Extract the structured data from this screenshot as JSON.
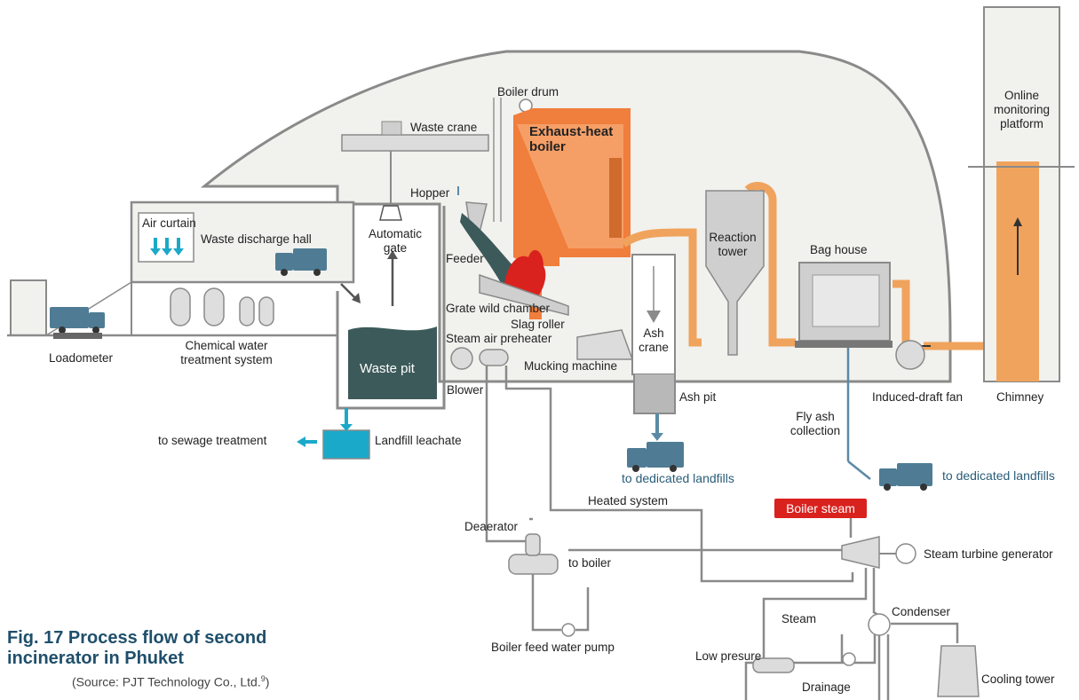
{
  "figure": {
    "title_line1": "Fig. 17   Process flow of second",
    "title_line2": "incinerator in Phuket",
    "source_prefix": "(Source: PJT Technology Co., Ltd.",
    "source_sup": "9",
    "source_suffix": ")"
  },
  "labels": {
    "boiler_drum": "Boiler drum",
    "waste_crane": "Waste crane",
    "exhaust_heat_boiler_1": "Exhaust-heat",
    "exhaust_heat_boiler_2": "boiler",
    "online_monitoring_1": "Online",
    "online_monitoring_2": "monitoring",
    "online_monitoring_3": "platform",
    "hopper": "Hopper",
    "air_curtain": "Air curtain",
    "waste_discharge_hall": "Waste discharge hall",
    "automatic_gate_1": "Automatic",
    "automatic_gate_2": "gate",
    "feeder": "Feeder",
    "reaction_tower_1": "Reaction",
    "reaction_tower_2": "tower",
    "bag_house": "Bag house",
    "grate_wild_chamber": "Grate wild chamber",
    "slag_roller": "Slag roller",
    "ash_crane_1": "Ash",
    "ash_crane_2": "crane",
    "steam_air_preheater": "Steam air preheater",
    "mucking_machine": "Mucking machine",
    "loadometer": "Loadometer",
    "chemical_water_1": "Chemical water",
    "chemical_water_2": "treatment system",
    "waste_pit": "Waste pit",
    "blower": "Blower",
    "ash_pit": "Ash pit",
    "induced_draft_fan": "Induced-draft fan",
    "chimney": "Chimney",
    "fly_ash_1": "Fly ash",
    "fly_ash_2": "collection",
    "to_sewage": "to sewage treatment",
    "landfill_leachate": "Landfill leachate",
    "to_dedicated_landfills_1": "to dedicated landfills",
    "to_dedicated_landfills_2": "to dedicated landfills",
    "heated_system": "Heated system",
    "boiler_steam": "Boiler steam",
    "deaerator": "Deaerator",
    "to_boiler": "to boiler",
    "steam_turbine_generator": "Steam turbine generator",
    "boiler_feed_water_pump": "Boiler feed water pump",
    "steam": "Steam",
    "condenser": "Condenser",
    "low_presure": "Low presure",
    "drainage": "Drainage",
    "cooling_tower": "Cooling tower"
  },
  "colors": {
    "structure_gray": "#8a8a8a",
    "hall_fill": "#f1f1ee",
    "pipe_orange": "#f0a35c",
    "boiler_orange": "#f07e3c",
    "flame_red": "#d9211d",
    "waste_dark": "#3d5a5a",
    "leachate_cyan": "#1ba9c9",
    "truck_blue": "#4f7c94",
    "flow_blue": "#5b8aa6",
    "steam_red": "#d9211d",
    "title_blue": "#1f4f6b"
  }
}
